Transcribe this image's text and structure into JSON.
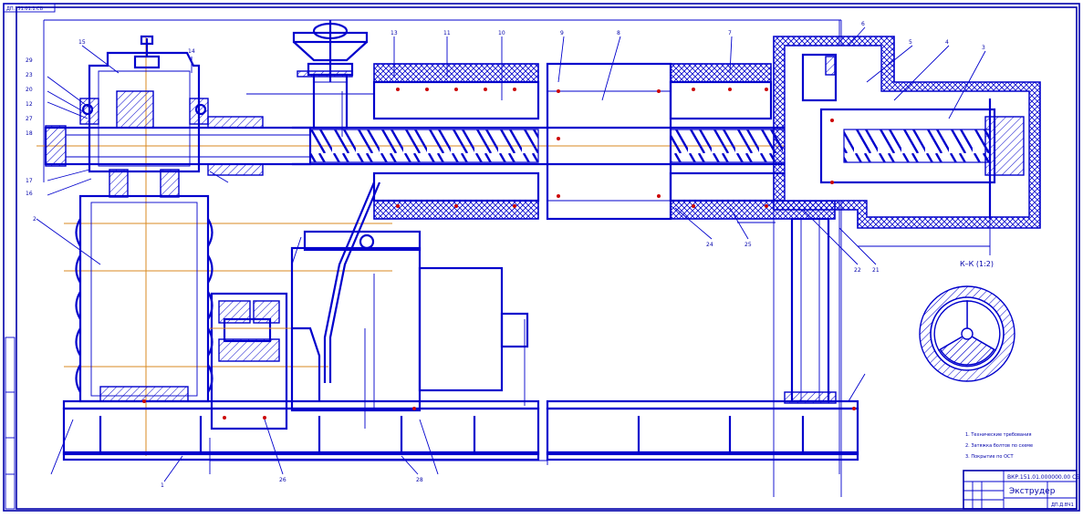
{
  "drawing": {
    "title": "Экструдер",
    "section_label": "К–К (1:2)",
    "doc_code": "ВКР.151.01.000000.00 СБ",
    "sheet_code": "ДП.Д.ВЧ1",
    "top_left_tag": "ДП.151.01.1.СБ"
  },
  "callouts": [
    "29",
    "23",
    "20",
    "12",
    "27",
    "18",
    "17",
    "16",
    "15",
    "14",
    "13",
    "11",
    "10",
    "9",
    "8",
    "7",
    "6",
    "5",
    "4",
    "3",
    "2",
    "1",
    "22",
    "21",
    "24",
    "25",
    "26",
    "28"
  ],
  "notes": [
    "1. Технические требования",
    "2. Затяжка болтов по схеме",
    "3. Покрытие по ОСТ"
  ],
  "colors": {
    "line": "#0000cc",
    "axis": "#d98a20",
    "fastener": "#cc0000",
    "frame": "#0000aa"
  }
}
